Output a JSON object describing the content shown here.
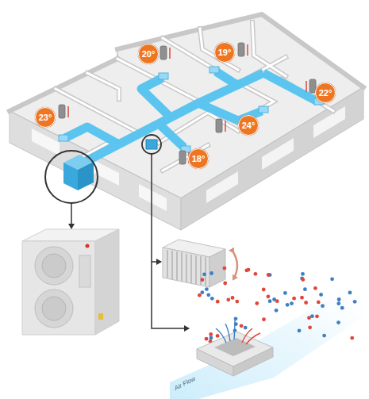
{
  "diagram": {
    "nodes": [
      {
        "text": [
          "20°"
        ]
      },
      {
        "text": [
          "19°"
        ]
      },
      {
        "text": [
          "23°"
        ]
      },
      {
        "text": [
          "22°"
        ]
      },
      {
        "text": [
          "24°"
        ]
      },
      {
        "text": [
          "18°"
        ]
      }
    ],
    "labels": [
      "Air Flow"
    ]
  }
}
